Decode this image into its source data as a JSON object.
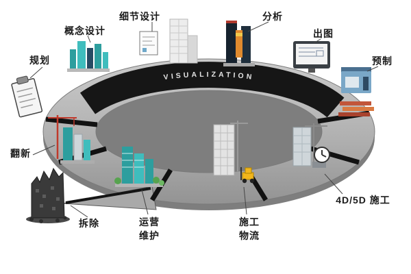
{
  "ring": {
    "band_label": "VISUALIZATION"
  },
  "stages": [
    {
      "label": "规划"
    },
    {
      "label": "概念设计"
    },
    {
      "label": "细节设计"
    },
    {
      "label": "分析"
    },
    {
      "label": "出图"
    },
    {
      "label": "预制"
    },
    {
      "label": "4D/5D 施工"
    },
    {
      "label": "施工\n物流"
    },
    {
      "label": "运营\n维护"
    },
    {
      "label": "拆除"
    },
    {
      "label": "翻新"
    }
  ],
  "icons": [
    "clipboard-icon",
    "concept-buildings-icon",
    "schematic-icon",
    "detail-building-icon",
    "analysis-towers-icon",
    "plotter-monitor-icon",
    "prefab-machine-icon",
    "steel-beams-icon",
    "crane-building-icon",
    "clock-icon",
    "scaffold-building-icon",
    "forklift-icon",
    "operations-buildings-icon",
    "trees-icon",
    "renovation-crane-icon",
    "demolition-building-icon"
  ],
  "colors": {
    "ring_gray": "#b3b3b3",
    "band_black": "#161616",
    "teal": "#2d9e9e",
    "teal_light": "#3fbdbd",
    "navy": "#1c2a3a",
    "orange": "#e08a2e",
    "beam_red": "#c2563a",
    "yellow": "#f2b61c",
    "label_black": "#1a1a1a"
  }
}
